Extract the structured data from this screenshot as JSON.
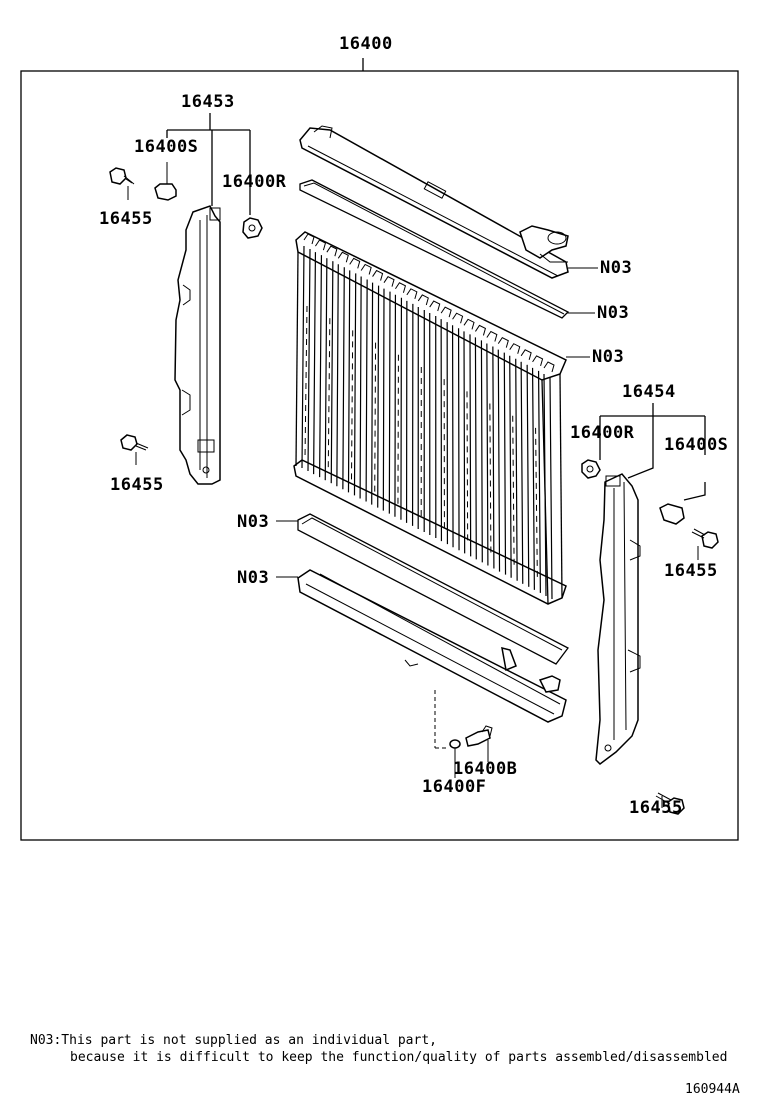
{
  "labels": {
    "assembly": "16400",
    "support_left": "16453",
    "cushion_left": "16400S",
    "cushion_lower_left": "16400R",
    "bolt_left_top": "16455",
    "bolt_left_bottom": "16455",
    "tank_upper_n03": "N03",
    "gasket_upper_n03": "N03",
    "core_n03": "N03",
    "gasket_lower_n03": "N03",
    "tank_lower_n03": "N03",
    "support_right": "16454",
    "cushion_lower_right": "16400R",
    "cushion_right": "16400S",
    "bolt_right_top": "16455",
    "bolt_right_bottom": "16455",
    "drain_cock_plug": "16400B",
    "drain_cock_oring": "16400F"
  },
  "footnote": {
    "line1": "N03:This part is not supplied as an individual part,",
    "line2": "because it is difficult to keep the function/quality of parts assembled/disassembled"
  },
  "figure_id": "160944A"
}
